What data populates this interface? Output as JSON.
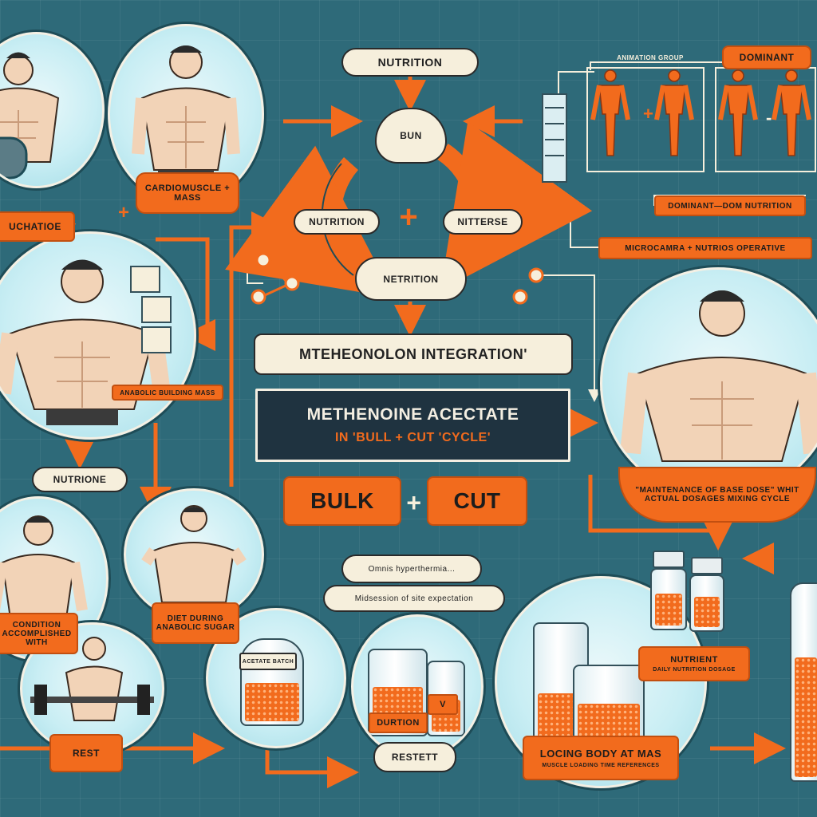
{
  "labels": {
    "nutrition_top": "NUTRITION",
    "bun": "BUN",
    "nutrition_left": "NUTRITION",
    "nitterse": "NITTERSE",
    "netrition": "NETRITION",
    "top_right_small": "ANIMATION GROUP",
    "dominant": "DOMINANT",
    "left_cut": "UCHATIOE",
    "mid_left_tag": "CARDIOMUSCLE + MASS",
    "nutrione": "NUTRIONE",
    "left_figure_caption": "ANABOLIC BUILDING MASS",
    "sub_right_1": "DOMINANT—DOM NUTRITION",
    "sub_right_2": "MICROCAMRA + NUTRIOS OPERATIVE",
    "integration_title": "MTEHEONOLON INTEGRATION'",
    "main_title_line1": "METHENOINE ACECTATE",
    "main_title_line2": "IN 'BULL + CUT 'CYCLE'",
    "bulk": "BULK",
    "plus": "+",
    "cut": "CUT",
    "note_1": "Omnis hyperthermia...",
    "note_2": "Midsession of site expectation",
    "right_caption": "\"MAINTENANCE OF BASE DOSE\" WHIT ACTUAL DOSAGES MIXING CYCLE",
    "left_bottom_tag": "CONDITION ACCOMPLISHED WITH",
    "diet_tag": "DIET DURING ANABOLIC SUGAR",
    "bottle_label": "ACETATE BATCH",
    "duration": "DURTION",
    "duration_v": "V",
    "rest_left": "REST",
    "restett": "RESTETT",
    "nutrient": "NUTRIENT",
    "nutrient_sub": "DAILY NUTRITION DOSAGE",
    "loading": "LOCING BODY AT MAS",
    "loading_sub": "MUSCLE LOADING TIME REFERENCES"
  },
  "colors": {
    "background": "#2e6a79",
    "accent": "#f26b1d",
    "cream": "#f6efdc",
    "dark_panel": "#1f3340",
    "circle": "#c9eef4"
  },
  "icons": {
    "cycle_ring": "circular-arrows-icon",
    "molecule": "hexagon-molecule-icon",
    "pill_nodes": "pill-node-icon",
    "figure": "muscular-figure-icon",
    "vial": "vial-icon",
    "barbell": "barbell-icon"
  }
}
